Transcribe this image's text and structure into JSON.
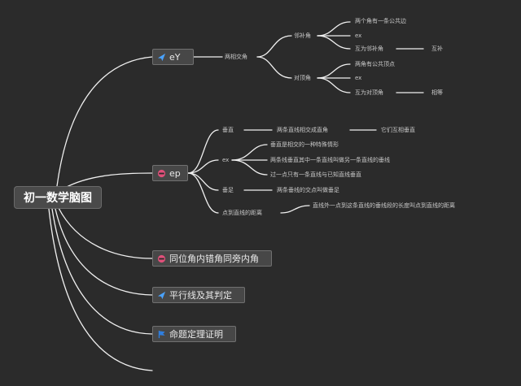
{
  "root": {
    "label": "初一数学脑图"
  },
  "branches": [
    {
      "label": "eY",
      "icon": "plane-icon",
      "color": "#4aa3ff"
    },
    {
      "label": "ep",
      "icon": "cancel-icon",
      "color": "#e0507a"
    },
    {
      "label": "同位角内错角同旁内角",
      "icon": "cancel-icon",
      "color": "#e0507a"
    },
    {
      "label": "平行线及其判定",
      "icon": "plane-icon",
      "color": "#4aa3ff"
    },
    {
      "label": "命题定理证明",
      "icon": "flag-icon",
      "color": "#2f7fe0"
    }
  ],
  "eY": {
    "l1": "两相交角",
    "l2a": "邻补角",
    "l2b": "对顶角",
    "items": [
      "两个角有一条公共边",
      "ex",
      "互为邻补角",
      "两角有公共顶点",
      "ex",
      "互为对顶角"
    ],
    "tail1": "互补",
    "tail2": "相等"
  },
  "ep": {
    "items": [
      "垂直",
      "ex",
      "垂足",
      "点到直线的距离"
    ],
    "perp1": "两条直线相交成直角",
    "perp2": "它们互相垂直",
    "ex1": "垂直是相交的一种特殊情形",
    "ex2": "两条线垂直其中一条直线叫做另一条直线的垂线",
    "ex3": "过一点只有一条直线与已知直线垂直",
    "foot": "两条垂线的交点叫做垂足",
    "dist": "直线外一点到这条直线的垂线段的长度叫点到直线的距离"
  }
}
